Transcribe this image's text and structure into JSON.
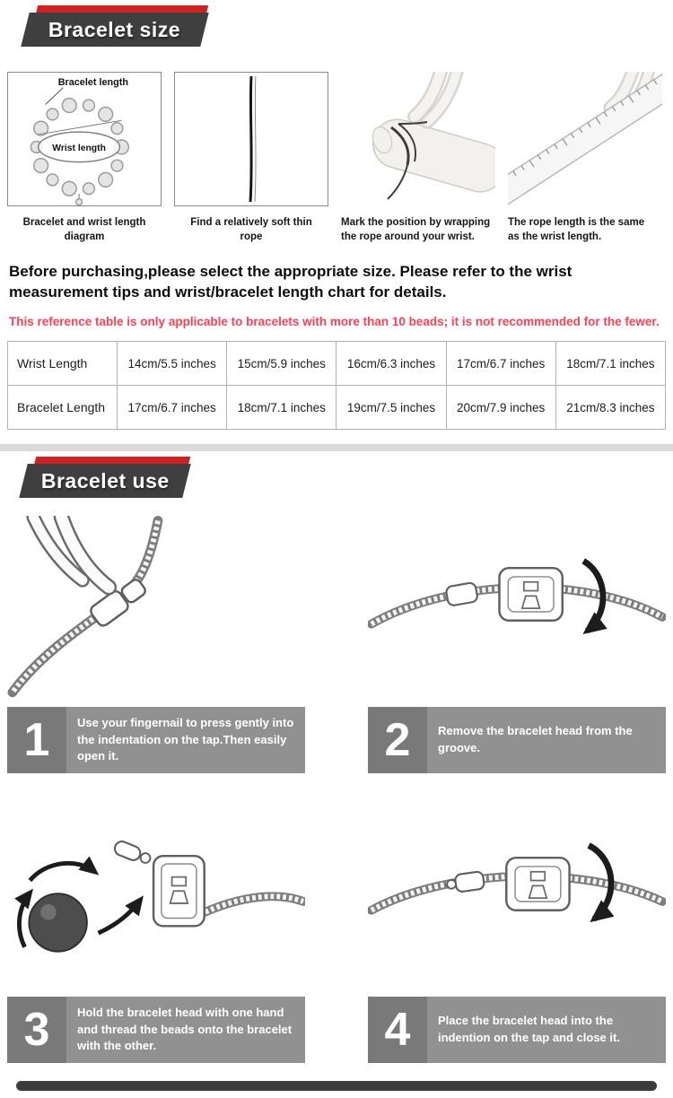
{
  "colors": {
    "accent_red": "#cf2121",
    "banner_gray": "#3f3f3f",
    "note_pink": "#fb4158",
    "caption_bar_gray": "#919191",
    "number_block_gray": "#797979"
  },
  "size_section": {
    "banner_label": "Bracelet size",
    "diagram_labels": {
      "bracelet_length": "Bracelet length",
      "wrist_length": "Wrist length"
    },
    "captions": [
      "Bracelet and wrist length diagram",
      "Find a relatively soft thin rope",
      "Mark the position by wrapping the rope around your wrist.",
      "The rope length is the same as the wrist length."
    ],
    "intro": "Before purchasing,please select the appropriate size. Please refer to the wrist measurement tips and wrist/bracelet length chart for details.",
    "note": "This reference table is only applicable to bracelets with more than 10 beads; it is not recommended for the fewer.",
    "table": {
      "row1": [
        "Wrist Length",
        "14cm/5.5 inches",
        "15cm/5.9 inches",
        "16cm/6.3 inches",
        "17cm/6.7 inches",
        "18cm/7.1 inches"
      ],
      "row2": [
        "Bracelet Length",
        "17cm/6.7 inches",
        "18cm/7.1 inches",
        "19cm/7.5 inches",
        "20cm/7.9 inches",
        "21cm/8.3 inches"
      ]
    }
  },
  "use_section": {
    "banner_label": "Bracelet use",
    "steps": [
      {
        "number": "1",
        "text": "Use your fingernail to press gently into the indentation on the tap.Then easily open it."
      },
      {
        "number": "2",
        "text": "Remove the bracelet head from the groove."
      },
      {
        "number": "3",
        "text": "Hold the bracelet head with one hand and thread the beads onto the bracelet with the other."
      },
      {
        "number": "4",
        "text": "Place the bracelet head into the indention on the tap and close it."
      }
    ]
  }
}
